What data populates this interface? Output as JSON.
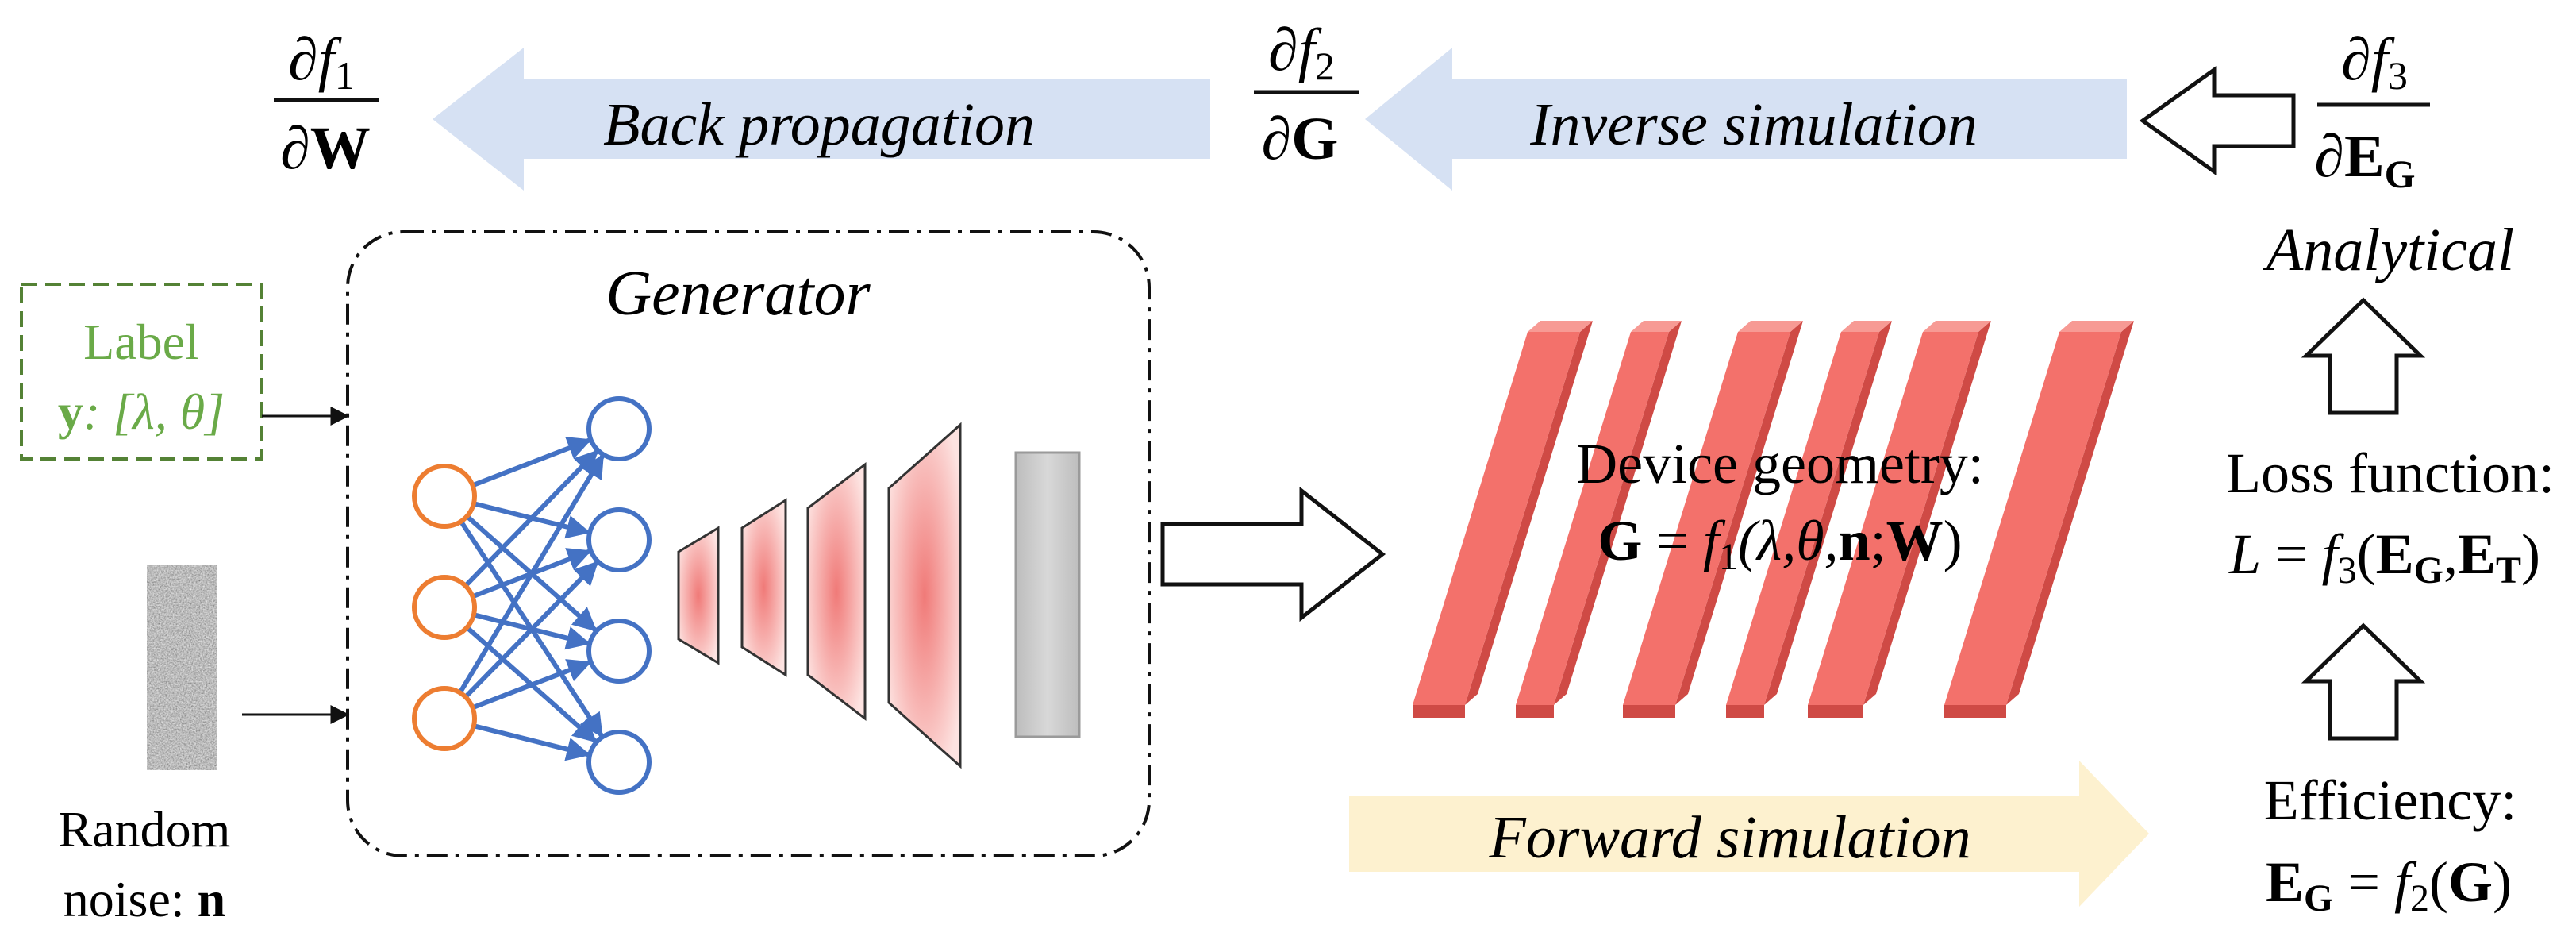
{
  "colors": {
    "blue_arrow": "#d6e1f3",
    "yellow_arrow": "#fdf1cf",
    "label_green": "#6aaa48",
    "node_orange": "#ed7d31",
    "node_blue": "#4472c4",
    "bar_red": "#f3716b",
    "bar_red_dark": "#cf4a45",
    "output_gray": "#c8c8c8",
    "text": "#111111"
  },
  "top_row": {
    "df1": {
      "num": "∂",
      "num_var": "f",
      "num_sub": "1",
      "den": "∂",
      "den_var": "W"
    },
    "back_propagation": "Back propagation",
    "df2": {
      "num": "∂",
      "num_var": "f",
      "num_sub": "2",
      "den": "∂",
      "den_var": "G"
    },
    "inverse_simulation": "Inverse simulation",
    "df3": {
      "num": "∂",
      "num_var": "f",
      "num_sub": "3",
      "den": "∂",
      "den_var": "E",
      "den_sub": "G"
    },
    "analytical": "Analytical"
  },
  "label_box": {
    "title": "Label",
    "var": "y",
    "rest": ": [λ, θ]"
  },
  "noise": {
    "line1": "Random",
    "line2_text": "noise: ",
    "line2_var": "n"
  },
  "generator": {
    "title": "Generator"
  },
  "device": {
    "line1": "Device geometry:",
    "eq_lhs": "G",
    "eq_mid": " = ",
    "eq_f": "f",
    "eq_sub": "1",
    "eq_args_open": "(λ,θ,",
    "eq_n": "n",
    "eq_semicolon": ";",
    "eq_w": "W",
    "eq_close": ")"
  },
  "forward_simulation": "Forward simulation",
  "loss": {
    "line1": "Loss function:",
    "L": "L",
    "eq": " = ",
    "f": "f",
    "sub": "3",
    "open": "(",
    "E1": "E",
    "E1sub": "G",
    "comma": ",",
    "E2": "E",
    "E2sub": "T",
    "close": ")"
  },
  "efficiency": {
    "line1": "Efficiency:",
    "E": "E",
    "Esub": "G",
    "eq": " = ",
    "f": "f",
    "sub": "2",
    "open": "(",
    "G": "G",
    "close": ")"
  }
}
